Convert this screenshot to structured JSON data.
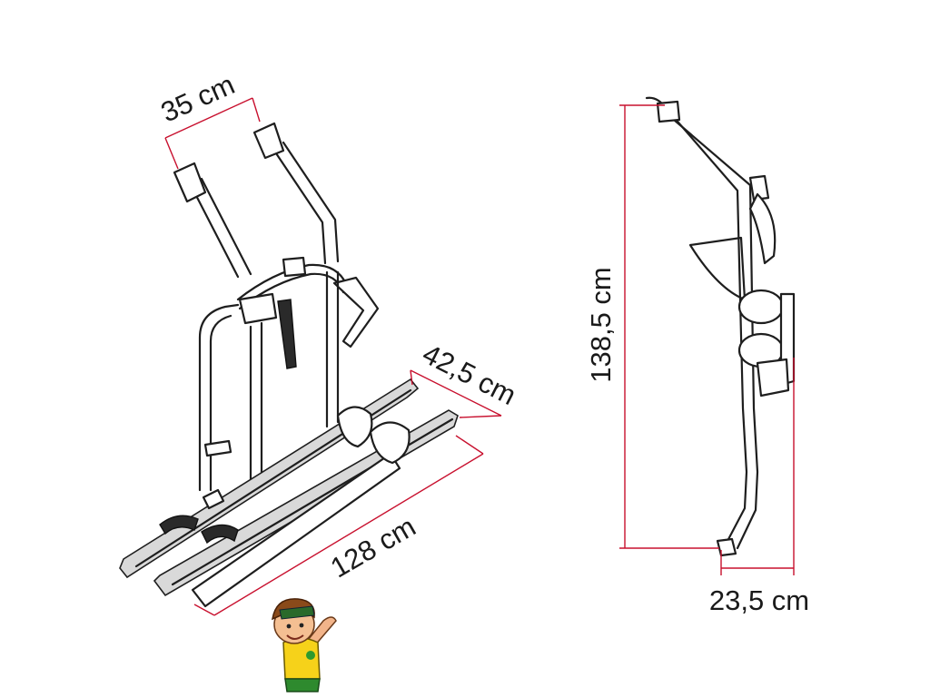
{
  "colors": {
    "dimension": "#c8102e",
    "line": "#1e1e1e",
    "shade": "#d9d9d9"
  },
  "dimensions": {
    "top_width": "35 cm",
    "rail_spacing": "42,5 cm",
    "length": "128 cm",
    "height": "138,5 cm",
    "depth": "23,5 cm"
  },
  "mascot": {
    "icon": "waving-boy-mascot-icon"
  }
}
